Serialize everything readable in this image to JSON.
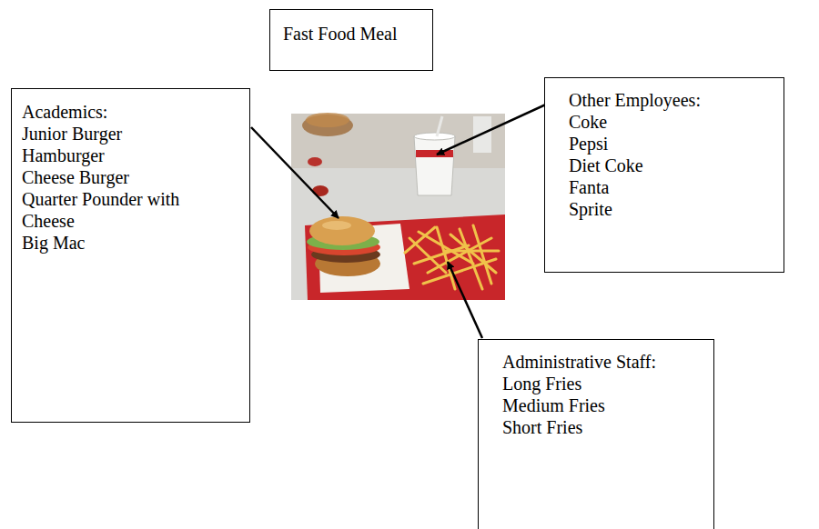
{
  "diagram": {
    "nodes": [
      {
        "text": [
          "Fast Food Meal"
        ]
      },
      {
        "text": [
          "Academics:",
          "Junior Burger",
          "Hamburger",
          "Cheese Burger",
          "Quarter Pounder with Cheese",
          "Big Mac"
        ]
      },
      {
        "text": [
          "Other Employees:",
          "Coke",
          "Pepsi",
          "Diet Coke",
          "Fanta",
          "Sprite"
        ]
      },
      {
        "text": [
          "Administrative Staff:",
          "Long Fries",
          "Medium Fries",
          "Short Fries"
        ]
      }
    ]
  }
}
